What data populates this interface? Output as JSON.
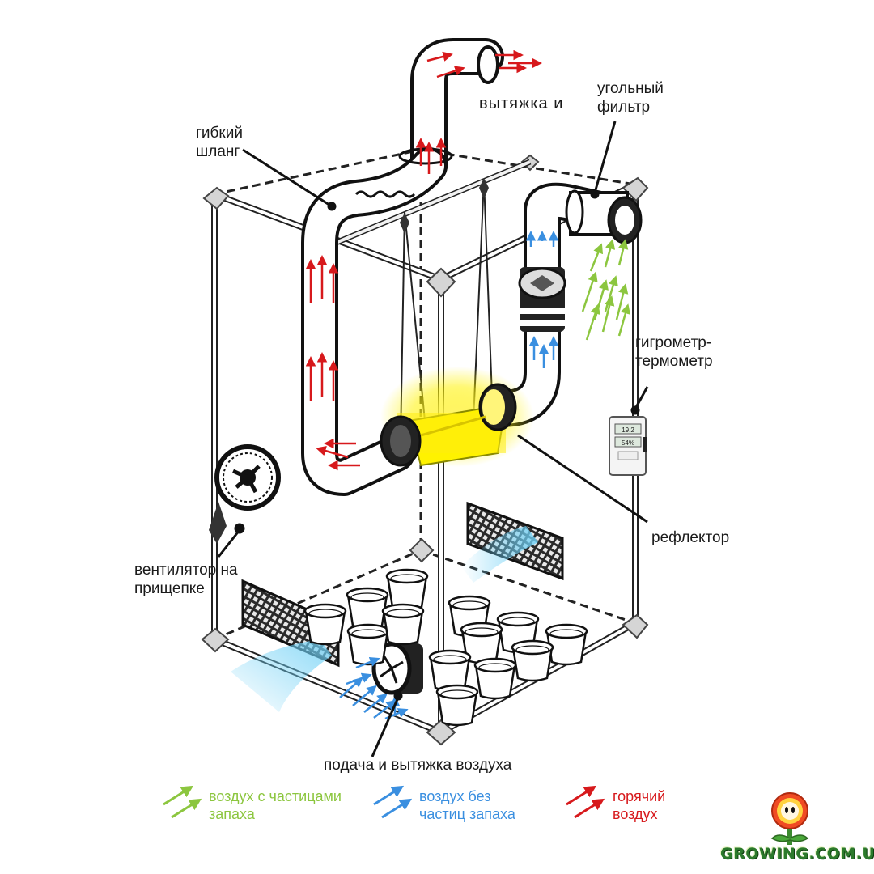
{
  "labels": {
    "exhaust": "вытяжка и",
    "carbon_filter": [
      "угольный",
      "фильтр"
    ],
    "flex_hose": [
      "гибкий",
      "шланг"
    ],
    "hygrometer": [
      "гигрометр-",
      "термометр"
    ],
    "reflector": "рефлектор",
    "clip_fan": [
      "вентилятор на",
      "прищепке"
    ],
    "intake_exhaust": "подача и вытяжка воздуха"
  },
  "hygrometer_display": {
    "temp": "19.2",
    "humidity": "54%"
  },
  "legend": [
    {
      "text": [
        "воздух с частицами",
        "запаха"
      ],
      "color": "#8cc63f",
      "icon": "green-arrows-icon"
    },
    {
      "text": [
        "воздух без",
        "частиц запаха"
      ],
      "color": "#3a8fe0",
      "icon": "blue-arrows-icon"
    },
    {
      "text": [
        "горячий",
        "воздух"
      ],
      "color": "#d7191c",
      "icon": "red-arrows-icon"
    }
  ],
  "logo": {
    "text": "GROWING.COM.UA",
    "icon": "flower-mascot-icon"
  },
  "colors": {
    "hot_air": "#d7191c",
    "clean_air": "#3a8fe0",
    "odor_air": "#8cc63f",
    "lamp": "#f7ec2a"
  }
}
